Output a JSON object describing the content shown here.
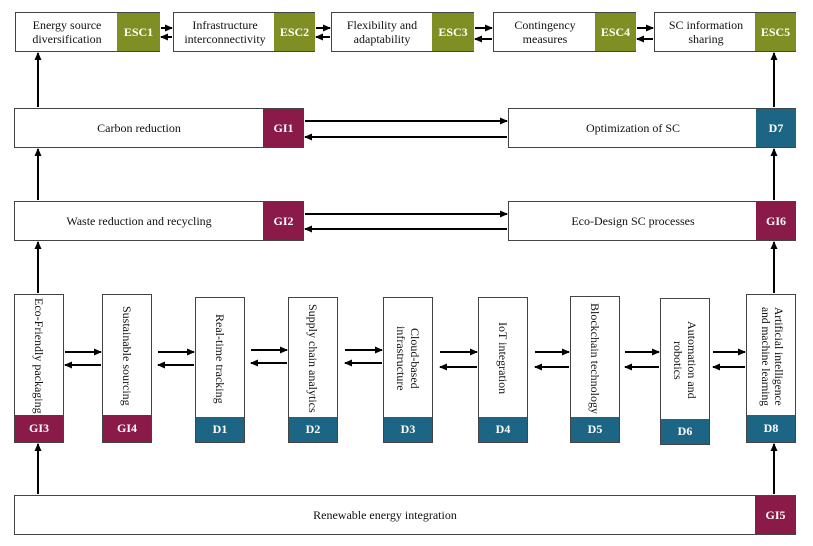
{
  "top_row": [
    {
      "id": "esc1",
      "label": "Energy source diversification",
      "code": "ESC1"
    },
    {
      "id": "esc2",
      "label": "Infrastructure interconnectivity",
      "code": "ESC2"
    },
    {
      "id": "esc3",
      "label": "Flexibility and adaptability",
      "code": "ESC3"
    },
    {
      "id": "esc4",
      "label": "Contingency measures",
      "code": "ESC4"
    },
    {
      "id": "esc5",
      "label": "SC information sharing",
      "code": "ESC5"
    }
  ],
  "level2": {
    "left": {
      "label": "Carbon reduction",
      "code": "GI1"
    },
    "right": {
      "label": "Optimization of SC",
      "code": "D7"
    }
  },
  "level3": {
    "left": {
      "label": "Waste reduction and recycling",
      "code": "GI2"
    },
    "right": {
      "label": "Eco-Design SC processes",
      "code": "GI6"
    }
  },
  "vertical_row": [
    {
      "label": "Eco-Friendly packaging",
      "code": "GI3"
    },
    {
      "label": "Sustainable sourcing",
      "code": "GI4"
    },
    {
      "label": "Real-time tracking",
      "code": "D1"
    },
    {
      "label": "Supply chain analytics",
      "code": "D2"
    },
    {
      "label": "Cloud-based infrastructure",
      "code": "D3"
    },
    {
      "label": "IoT integration",
      "code": "D4"
    },
    {
      "label": "Blockchain technology",
      "code": "D5"
    },
    {
      "label": "Automation and robotics",
      "code": "D6"
    },
    {
      "label": "Artificial intelligence and machine learning",
      "code": "D8"
    }
  ],
  "bottom": {
    "label": "Renewable energy integration",
    "code": "GI5"
  },
  "colors": {
    "esc": "#7f8f23",
    "gi": "#8a1a48",
    "d": "#1d6585"
  }
}
